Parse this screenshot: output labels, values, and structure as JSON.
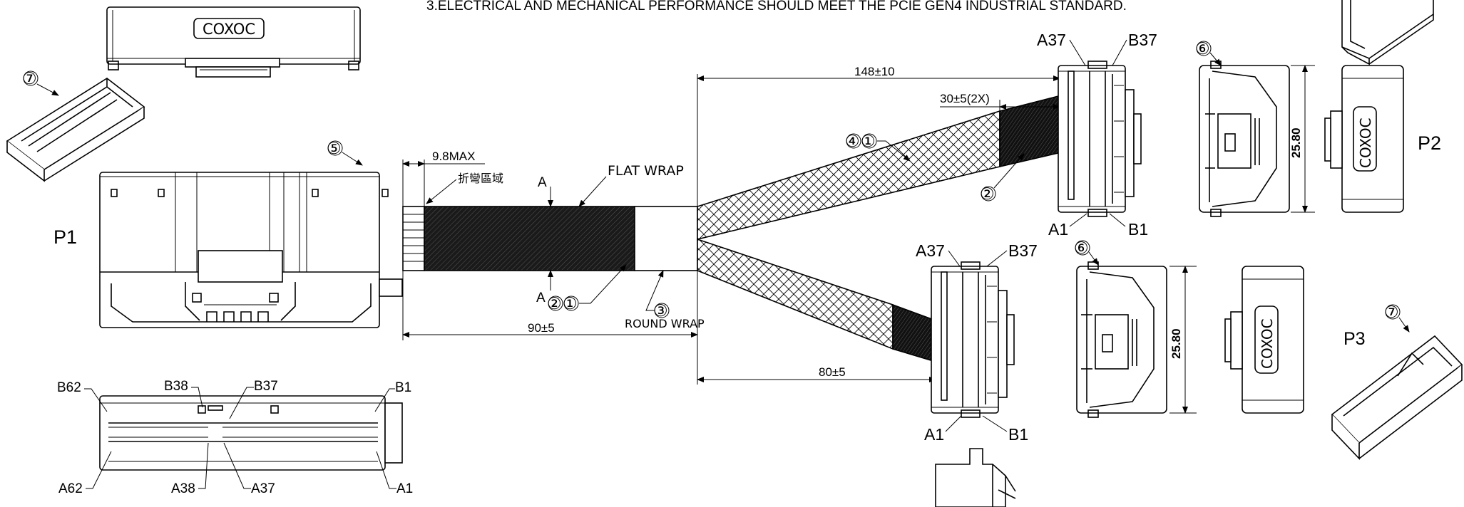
{
  "note": "3.ELECTRICAL AND MECHANICAL PERFORMANCE SHOULD MEET THE PCIE GEN4 INDUSTRIAL STANDARD.",
  "brand": "COXOC",
  "labels": {
    "p1": "P1",
    "p2": "P2",
    "p3": "P3",
    "flat_wrap": "FLAT WRAP",
    "round_wrap": "ROUND WRAP",
    "bend_zone": "折彎區域",
    "section_a": "A"
  },
  "dimensions": {
    "max_98": "9.8MAX",
    "len_90": "90±5",
    "len_148": "148±10",
    "len_30": "30±5(2X)",
    "len_80": "80±5",
    "h_p2": "25.80",
    "h_p3": "25.80"
  },
  "balloons": {
    "b2": "②",
    "b1": "①",
    "b3": "③",
    "b4": "④",
    "b5": "⑤",
    "b6": "⑥",
    "b7": "⑦"
  },
  "pins": {
    "p2_top_left": "A37",
    "p2_top_right": "B37",
    "p2_bot_left": "A1",
    "p2_bot_right": "B1",
    "p3_top_left": "A37",
    "p3_top_right": "B37",
    "p3_bot_left": "A1",
    "p3_bot_right": "B1",
    "p1_b62": "B62",
    "p1_b38": "B38",
    "p1_b37": "B37",
    "p1_b1": "B1",
    "p1_a62": "A62",
    "p1_a38": "A38",
    "p1_a37": "A37",
    "p1_a1": "A1"
  },
  "colors": {
    "line": "#000000",
    "background": "#ffffff"
  }
}
